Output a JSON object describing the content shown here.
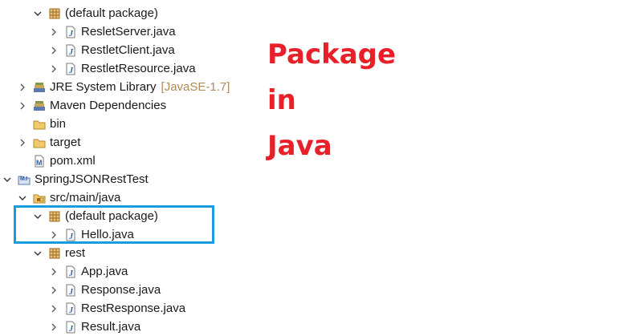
{
  "tree": {
    "rows": [
      {
        "label": "(default package)",
        "icon": "package-icon",
        "expanded": true
      },
      {
        "label": "ResletServer.java",
        "icon": "java-file-icon",
        "expanded": false
      },
      {
        "label": "RestletClient.java",
        "icon": "java-file-icon",
        "expanded": false
      },
      {
        "label": "RestletResource.java",
        "icon": "java-file-icon",
        "expanded": false
      },
      {
        "label": "JRE System Library",
        "decoration": "[JavaSE-1.7]",
        "icon": "library-icon",
        "expanded": false
      },
      {
        "label": "Maven Dependencies",
        "icon": "library-icon",
        "expanded": false
      },
      {
        "label": "bin",
        "icon": "folder-icon"
      },
      {
        "label": "target",
        "icon": "folder-icon",
        "expanded": false
      },
      {
        "label": "pom.xml",
        "icon": "maven-file-icon"
      },
      {
        "label": "SpringJSONRestTest",
        "icon": "maven-project-icon",
        "expanded": true
      },
      {
        "label": "src/main/java",
        "icon": "source-folder-icon",
        "expanded": true
      },
      {
        "label": "(default package)",
        "icon": "package-icon",
        "expanded": true
      },
      {
        "label": "Hello.java",
        "icon": "java-file-icon",
        "expanded": false
      },
      {
        "label": "rest",
        "icon": "package-icon",
        "expanded": true
      },
      {
        "label": "App.java",
        "icon": "java-file-icon",
        "expanded": false
      },
      {
        "label": "Response.java",
        "icon": "java-file-icon",
        "expanded": false
      },
      {
        "label": "RestResponse.java",
        "icon": "java-file-icon",
        "expanded": false
      },
      {
        "label": "Result.java",
        "icon": "java-file-icon",
        "expanded": false
      }
    ]
  },
  "overlay": {
    "lines": [
      "Package",
      "in",
      "Java"
    ],
    "color": "#e8202a"
  },
  "highlight_color": "#1a9ce0"
}
